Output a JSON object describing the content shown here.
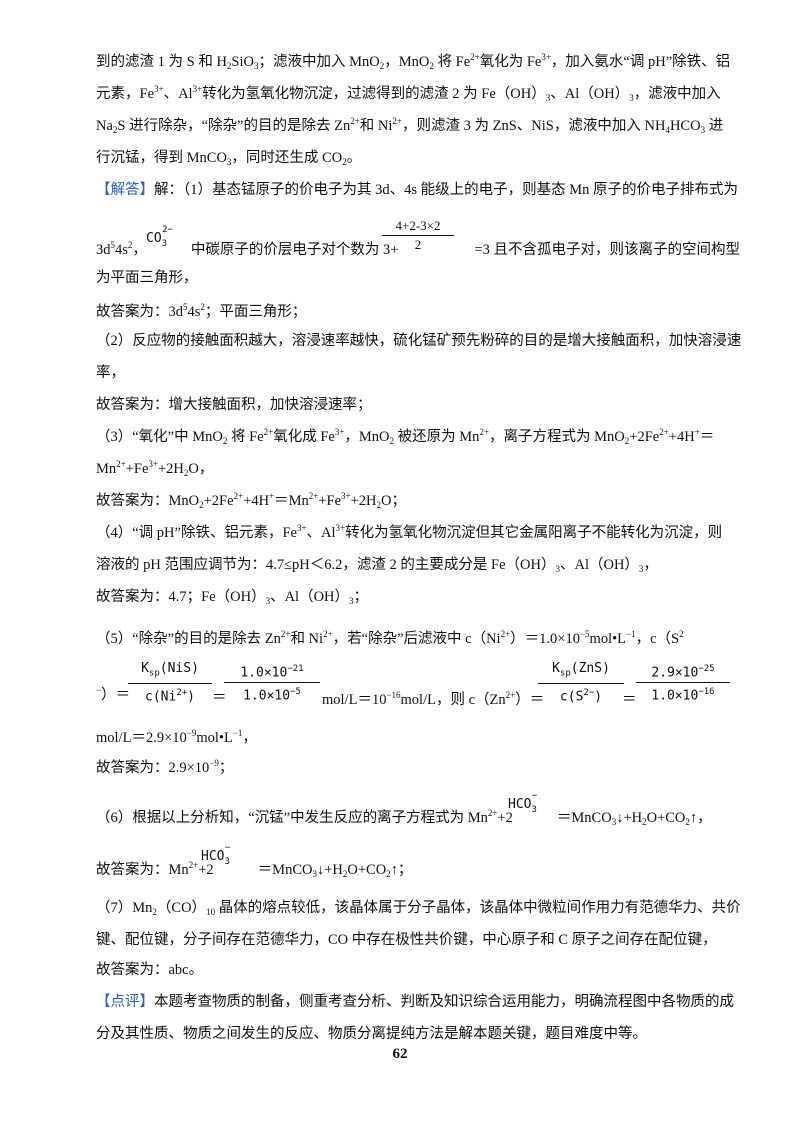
{
  "page_number": "62",
  "fragments": {
    "solve_label": "【解答】",
    "comment_label": "【点评】"
  }
}
